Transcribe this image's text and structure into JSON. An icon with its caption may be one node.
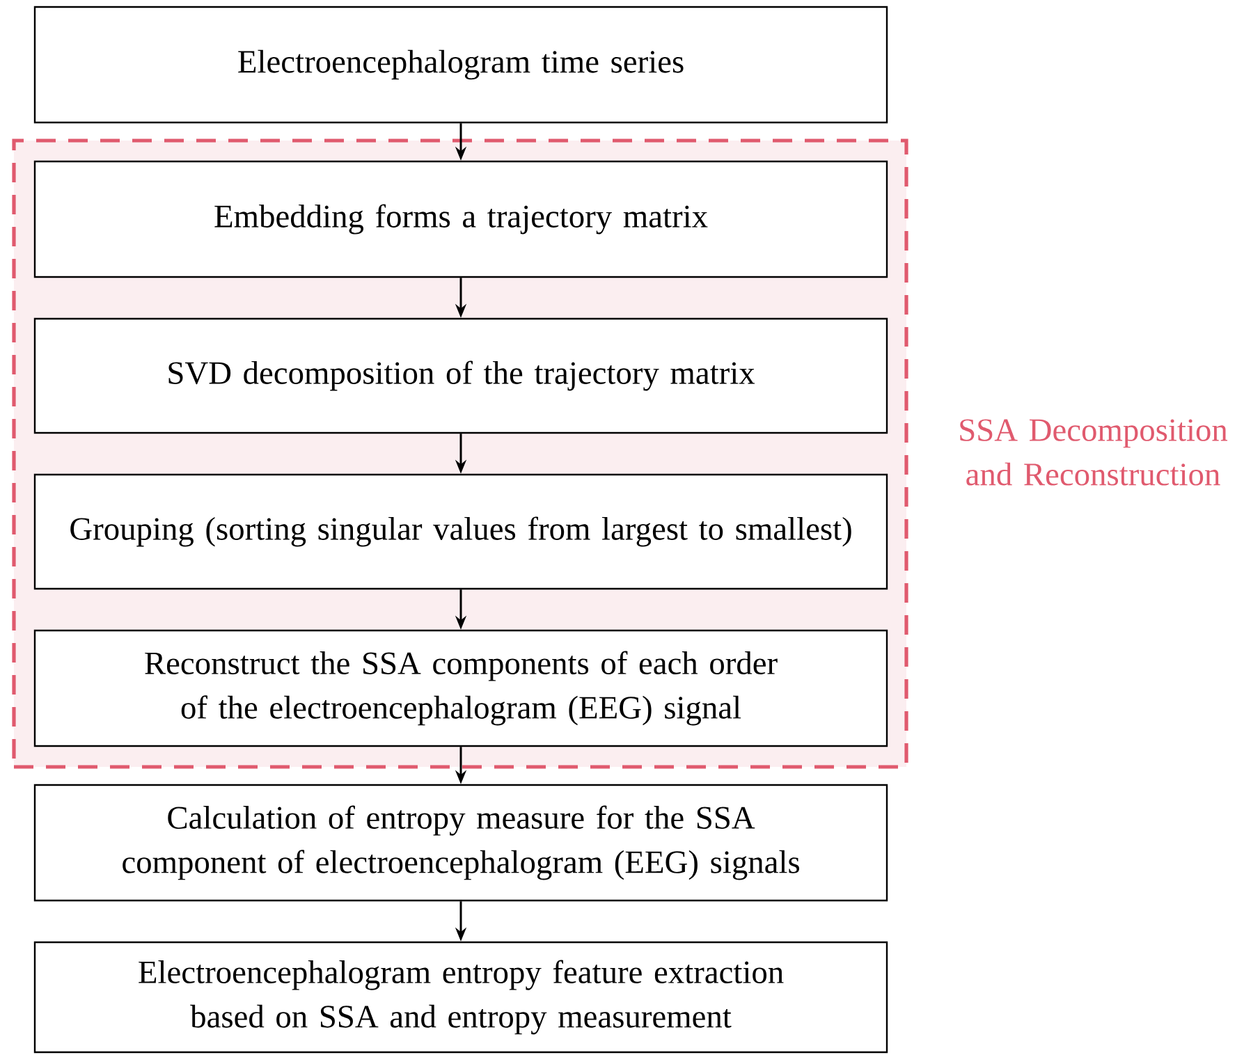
{
  "diagram": {
    "nodes": [
      {
        "text": [
          "Electroencephalogram time series"
        ]
      },
      {
        "text": [
          "SSA Decomposition and Reconstruction"
        ]
      },
      {
        "text": [
          "Embedding forms a trajectory matrix"
        ],
        "in": 1
      },
      {
        "text": [
          "SVD decomposition of the trajectory matrix"
        ],
        "in": 1
      },
      {
        "text": [
          "Grouping (sorting singular values from largest to smallest)"
        ],
        "in": 1
      },
      {
        "text": [
          "Reconstruct the SSA components of each order of the electroencephalogram (EEG) signal"
        ],
        "in": 1
      },
      {
        "text": [
          "Calculation of entropy measure for the SSA component of electroencephalogram (EEG) signals"
        ]
      },
      {
        "text": [
          "Electroencephalogram entropy feature extraction based on SSA and entropy measurement"
        ]
      }
    ],
    "edges": [
      {
        "from": 0,
        "to": 2,
        "arrow": "to"
      },
      {
        "from": 2,
        "to": 3,
        "arrow": "to"
      },
      {
        "from": 3,
        "to": 4,
        "arrow": "to"
      },
      {
        "from": 4,
        "to": 5,
        "arrow": "to"
      },
      {
        "from": 5,
        "to": 6,
        "arrow": "to"
      },
      {
        "from": 6,
        "to": 7,
        "arrow": "to"
      }
    ]
  }
}
